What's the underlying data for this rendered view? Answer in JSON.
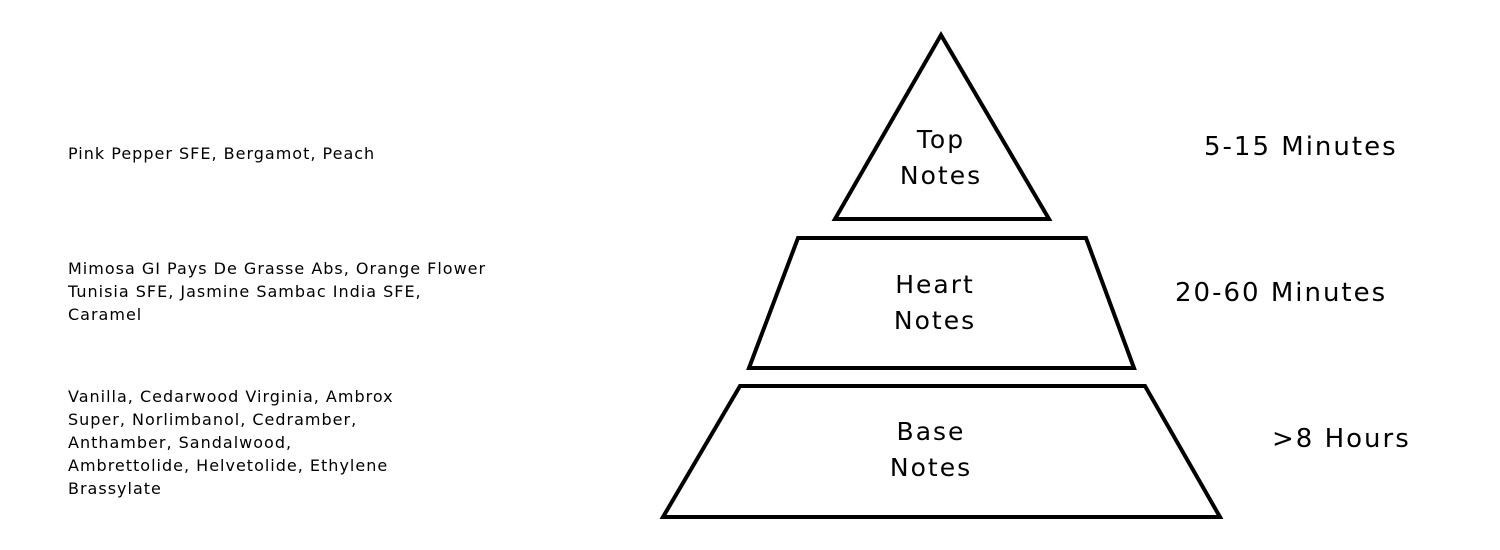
{
  "tiers": [
    {
      "line1": "Top",
      "line2": "Notes",
      "ingredients": "Pink Pepper SFE, Bergamot, Peach",
      "duration": "5-15 Minutes"
    },
    {
      "line1": "Heart",
      "line2": "Notes",
      "ingredients": "Mimosa GI Pays De Grasse Abs, Orange Flower Tunisia SFE, Jasmine Sambac India SFE, Caramel",
      "duration": "20-60 Minutes"
    },
    {
      "line1": "Base",
      "line2": "Notes",
      "ingredients": "Vanilla, Cedarwood Virginia, Ambrox Super, Norlimbanol, Cedramber, Anthamber, Sandalwood, Ambrettolide, Helvetolide, Ethylene Brassylate",
      "duration": ">8 Hours"
    }
  ]
}
